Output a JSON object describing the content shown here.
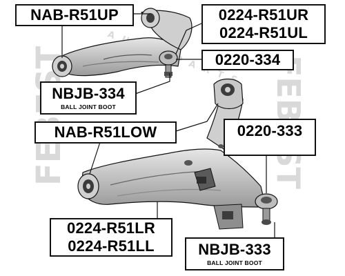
{
  "labels": {
    "nab_r51up": "NAB-R51UP",
    "r51ur": "0224-R51UR",
    "r51ul": "0224-R51UL",
    "p0220_334": "0220-334",
    "nbjb_334": "NBJB-334",
    "ball_joint_boot_upper": "BALL JOINT BOOT",
    "nab_r51low": "NAB-R51LOW",
    "p0220_333": "0220-333",
    "r51lr": "0224-R51LR",
    "r51ll": "0224-R51LL",
    "nbjb_333": "NBJB-333",
    "ball_joint_boot_lower": "BALL JOINT BOOT"
  },
  "watermark": {
    "brand": "FEBEST",
    "tagline": "AUTO PARTS"
  },
  "colors": {
    "line": "#111111",
    "part_fill": "#bdbdbd",
    "part_dark": "#4a4a4a",
    "watermark": "#d9d9d9"
  }
}
